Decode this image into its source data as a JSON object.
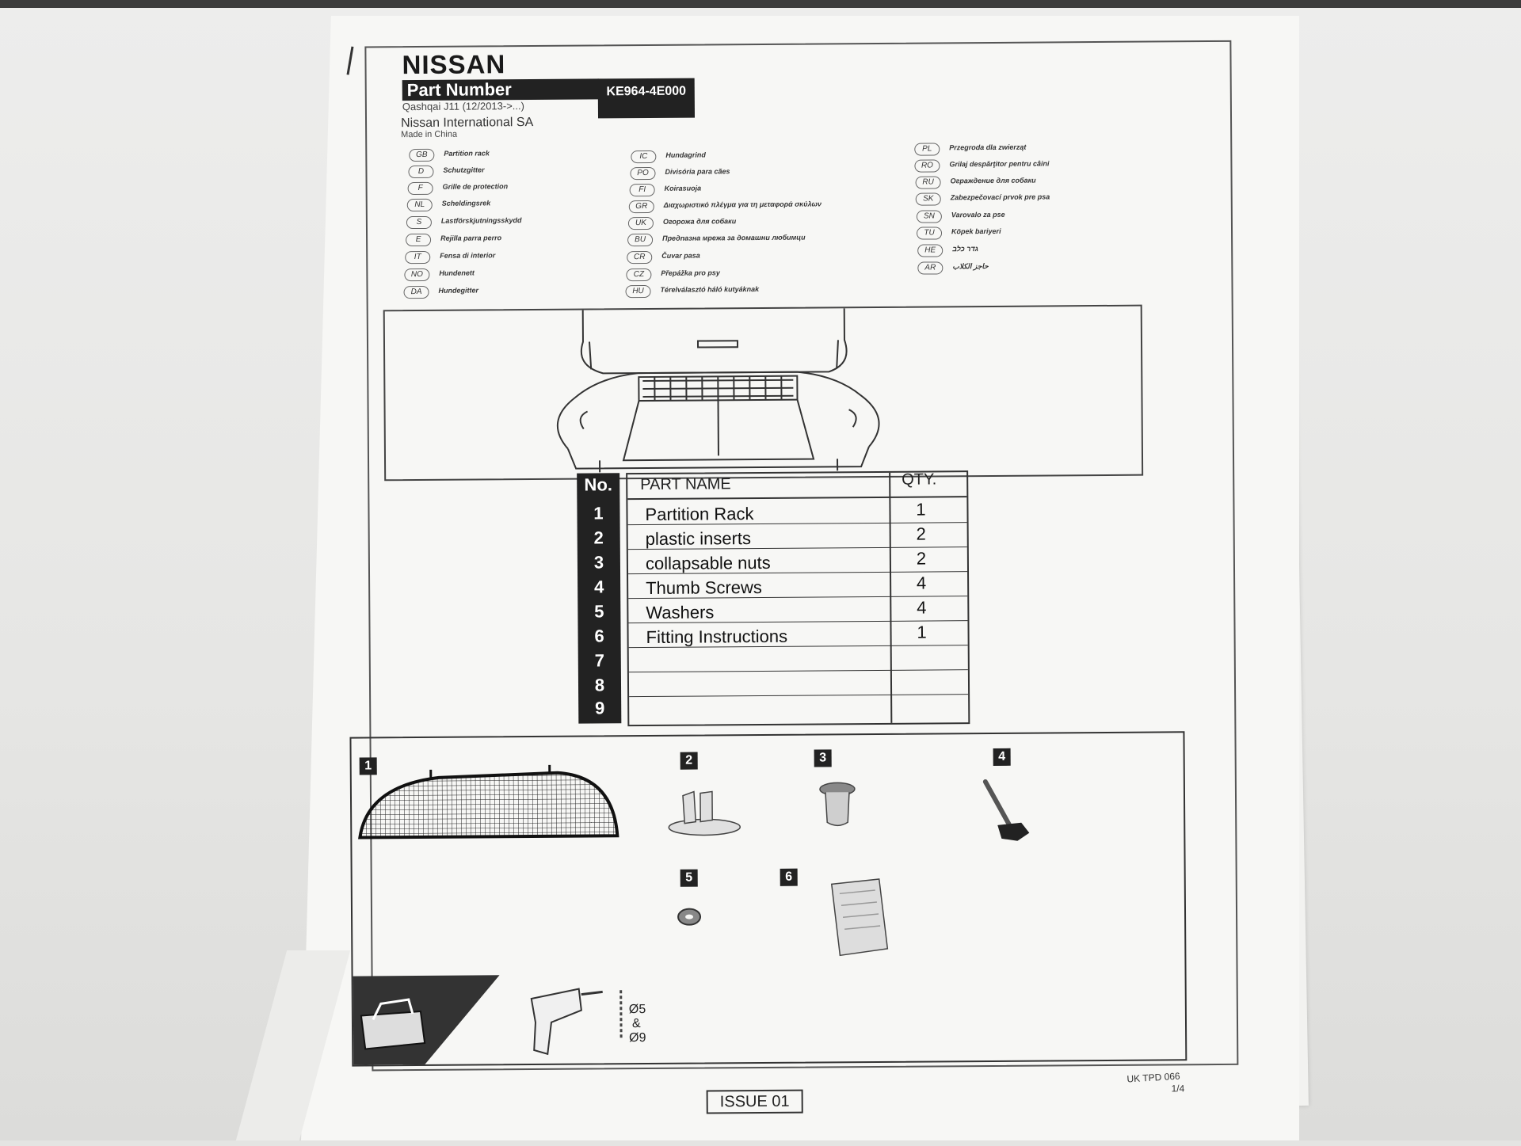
{
  "header": {
    "brand": "NISSAN",
    "part_number_label": "Part Number",
    "part_number": "KE964-4E000",
    "model": "Qashqai J11   (12/2013->...)",
    "company": "Nissan International SA",
    "origin": "Made in China"
  },
  "languages": [
    {
      "code": "GB",
      "text": "Partition rack"
    },
    {
      "code": "D",
      "text": "Schutzgitter"
    },
    {
      "code": "F",
      "text": "Grille de protection"
    },
    {
      "code": "NL",
      "text": "Scheldingsrek"
    },
    {
      "code": "S",
      "text": "Lastförskjutningsskydd"
    },
    {
      "code": "E",
      "text": "Rejilla parra perro"
    },
    {
      "code": "IT",
      "text": "Fensa di interior"
    },
    {
      "code": "NO",
      "text": "Hundenett"
    },
    {
      "code": "DA",
      "text": "Hundegitter"
    },
    {
      "code": "IC",
      "text": "Hundagrind"
    },
    {
      "code": "PO",
      "text": "Divisória para cães"
    },
    {
      "code": "FI",
      "text": "Koirasuoja"
    },
    {
      "code": "GR",
      "text": "Διαχωριστικό πλέγμα για τη μεταφορά σκύλων"
    },
    {
      "code": "UK",
      "text": "Огорожа для собаки"
    },
    {
      "code": "BU",
      "text": "Предпазна мрежа за домашни любимци"
    },
    {
      "code": "CR",
      "text": "Čuvar pasa"
    },
    {
      "code": "CZ",
      "text": "Přepážka pro psy"
    },
    {
      "code": "HU",
      "text": "Térelválasztó háló kutyáknak"
    },
    {
      "code": "PL",
      "text": "Przegroda dla zwierząt"
    },
    {
      "code": "RO",
      "text": "Grilaj despărţitor pentru câini"
    },
    {
      "code": "RU",
      "text": "Ограждение для собаки"
    },
    {
      "code": "SK",
      "text": "Zabezpečovací prvok pre psa"
    },
    {
      "code": "SN",
      "text": "Varovalo za pse"
    },
    {
      "code": "TU",
      "text": "Köpek bariyeri"
    },
    {
      "code": "HE",
      "text": "גדר כלב"
    },
    {
      "code": "AR",
      "text": "حاجز الكلاب"
    }
  ],
  "parts_table": {
    "header_no": "No.",
    "header_name": "PART NAME",
    "header_qty": "QTY.",
    "rows": [
      {
        "no": "1",
        "name": "Partition Rack",
        "qty": "1"
      },
      {
        "no": "2",
        "name": "plastic inserts",
        "qty": "2"
      },
      {
        "no": "3",
        "name": "collapsable nuts",
        "qty": "2"
      },
      {
        "no": "4",
        "name": "Thumb Screws",
        "qty": "4"
      },
      {
        "no": "5",
        "name": "Washers",
        "qty": "4"
      },
      {
        "no": "6",
        "name": "Fitting Instructions",
        "qty": "1"
      },
      {
        "no": "7",
        "name": "",
        "qty": ""
      },
      {
        "no": "8",
        "name": "",
        "qty": ""
      },
      {
        "no": "9",
        "name": "",
        "qty": ""
      }
    ]
  },
  "part_labels": [
    "1",
    "2",
    "3",
    "4",
    "5",
    "6"
  ],
  "tools": {
    "drill_sizes": [
      "Ø5",
      "&",
      "Ø9"
    ]
  },
  "footer": {
    "issue": "ISSUE 01",
    "doc_code": "UK TPD 066",
    "page": "1/4"
  },
  "colors": {
    "paper": "#f7f7f5",
    "ink": "#222222",
    "background": "#e4e4e2"
  }
}
